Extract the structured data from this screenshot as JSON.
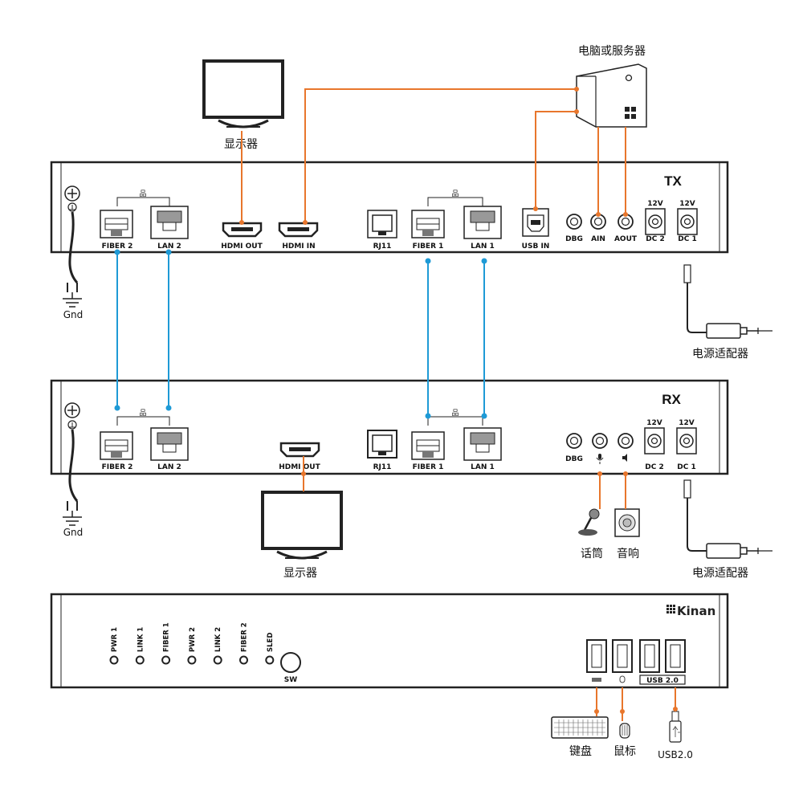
{
  "computer_label": "电脑或服务器",
  "tx": {
    "title": "TX",
    "ports": {
      "fiber2": "FIBER 2",
      "lan2": "LAN 2",
      "hdmi_out": "HDMI OUT",
      "hdmi_in": "HDMI IN",
      "rj11": "RJ11",
      "fiber1": "FIBER 1",
      "lan1": "LAN 1",
      "usb_in": "USB IN",
      "dbg": "DBG",
      "ain": "AIN",
      "aout": "AOUT",
      "dc2": "DC 2",
      "dc1": "DC 1"
    },
    "dc2_voltage": "12V",
    "dc1_voltage": "12V",
    "gnd": "Gnd",
    "monitor_label": "显示器",
    "adapter_label": "电源适配器"
  },
  "rx": {
    "title": "RX",
    "ports": {
      "fiber2": "FIBER 2",
      "lan2": "LAN 2",
      "hdmi_out": "HDMI OUT",
      "rj11": "RJ11",
      "fiber1": "FIBER 1",
      "lan1": "LAN 1",
      "dbg": "DBG",
      "dc2": "DC 2",
      "dc1": "DC 1"
    },
    "dc2_voltage": "12V",
    "dc1_voltage": "12V",
    "gnd": "Gnd",
    "monitor_label": "显示器",
    "adapter_label": "电源适配器",
    "microphone_label": "话筒",
    "speaker_label": "音响"
  },
  "front": {
    "brand": "Kinan",
    "leds": [
      "PWR 1",
      "LINK 1",
      "FIBER 1",
      "PWR 2",
      "LINK 2",
      "FIBER 2",
      "SLED"
    ],
    "switch_label": "SW",
    "usb_badge": "USB 2.0",
    "keyboard_label": "键盘",
    "mouse_label": "鼠标",
    "usb_device_label": "USB2.0"
  },
  "colors": {
    "orange": "#e8762c",
    "blue": "#1e9ad6",
    "panel_stroke": "#222222"
  }
}
